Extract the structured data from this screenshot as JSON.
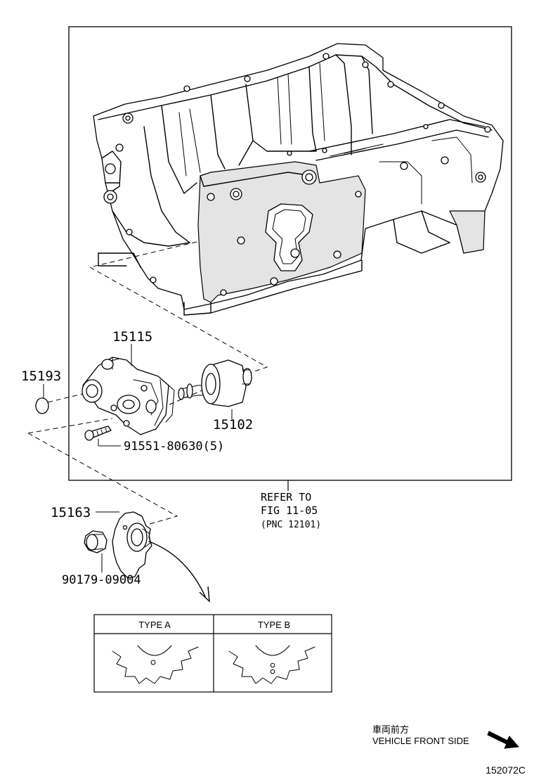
{
  "parts": {
    "oil_pump": "15115",
    "o_ring": "15193",
    "rotor": "15102",
    "bolt": "91551-80630(5)",
    "sprocket": "15163",
    "nut": "90179-09004"
  },
  "refer": {
    "line1": "REFER TO",
    "line2": "FIG 11-05",
    "line3": "(PNC 12101)"
  },
  "types": {
    "a": "TYPE A",
    "b": "TYPE B"
  },
  "direction": {
    "japanese": "車両前方",
    "english": "VEHICLE FRONT SIDE"
  },
  "figure_id": "152072C"
}
